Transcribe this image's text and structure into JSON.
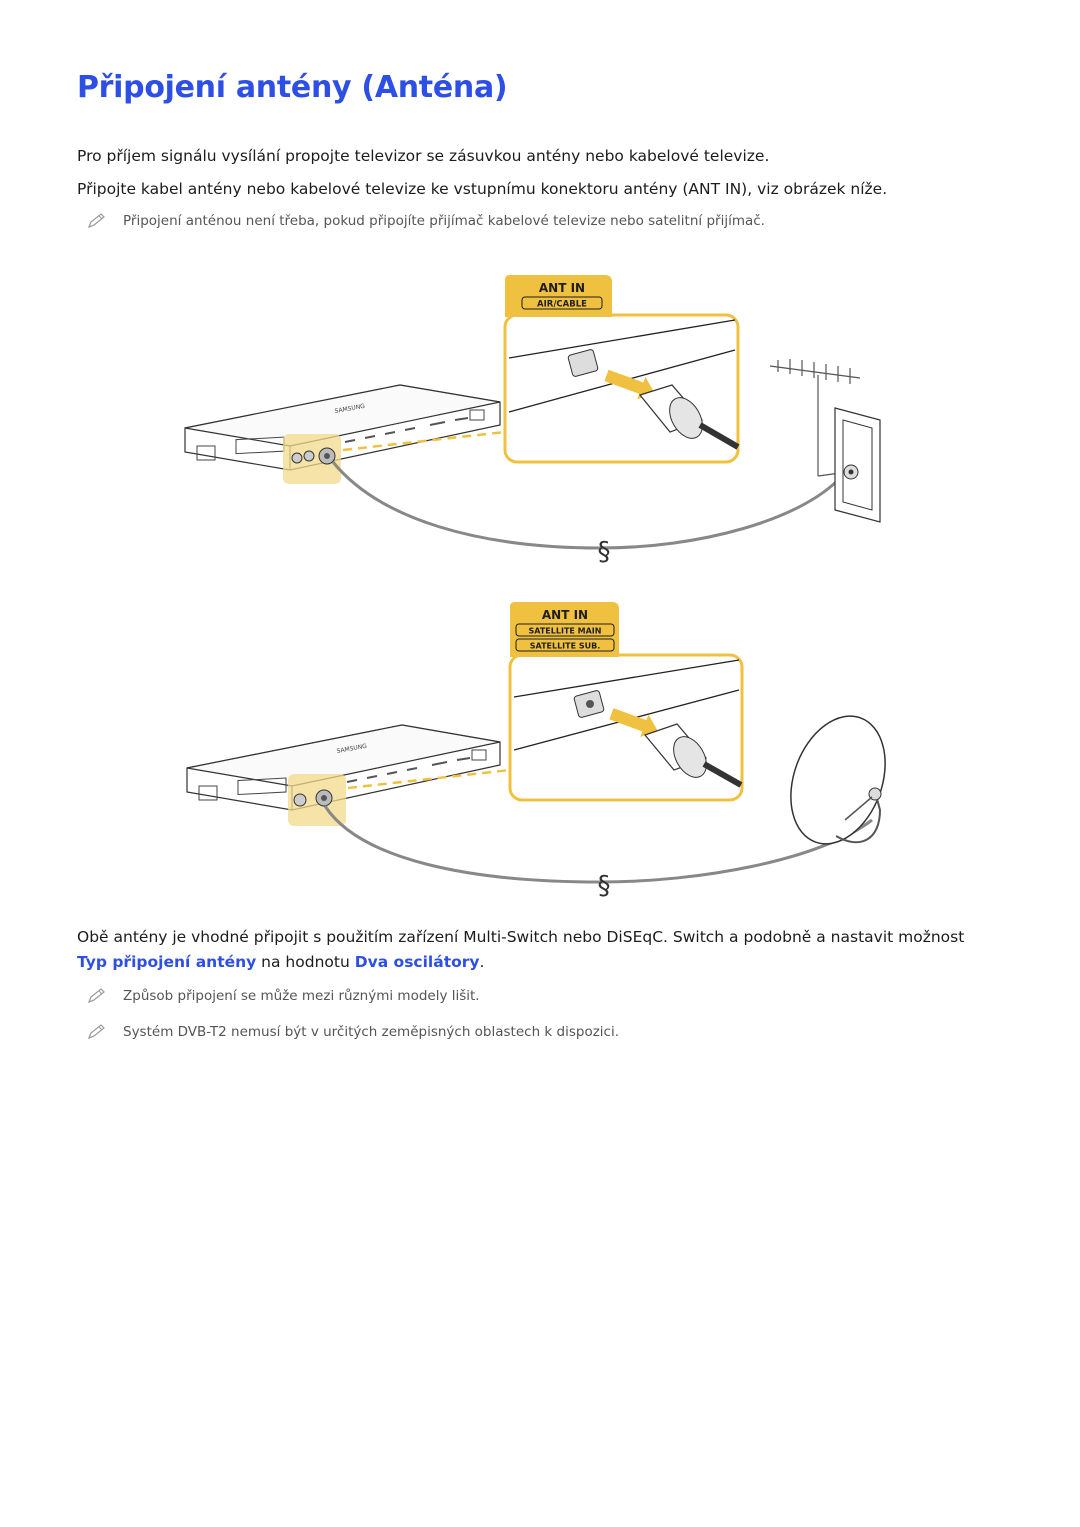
{
  "title": "Připojení antény (Anténa)",
  "paragraphs": [
    "Pro příjem signálu vysílání propojte televizor se zásuvkou antény nebo kabelové televize.",
    "Připojte kabel antény nebo kabelové televize ke vstupnímu konektoru antény (ANT IN), viz obrázek níže."
  ],
  "note_top": "Připojení anténou není třeba, pokud připojíte přijímač kabelové televize nebo satelitní přijímač.",
  "figure1": {
    "label_main": "ANT IN",
    "label_sub": "AIR/CABLE",
    "brand": "SAMSUNG"
  },
  "figure2": {
    "label_main": "ANT IN",
    "label_sub1": "SATELLITE MAIN",
    "label_sub2": "SATELLITE SUB.",
    "brand": "SAMSUNG"
  },
  "bottom_paragraph": {
    "line1": "Obě antény je vhodné připojit s použitím zařízení Multi-Switch nebo DiSEqC. Switch a podobně a nastavit možnost",
    "link1": "Typ připojení antény",
    "mid": " na hodnotu ",
    "link2": "Dva oscilátory",
    "end": "."
  },
  "notes_bottom": [
    "Způsob připojení se může mezi různými modely lišit.",
    "Systém DVB-T2 nemusí být v určitých zeměpisných oblastech k dispozici."
  ]
}
